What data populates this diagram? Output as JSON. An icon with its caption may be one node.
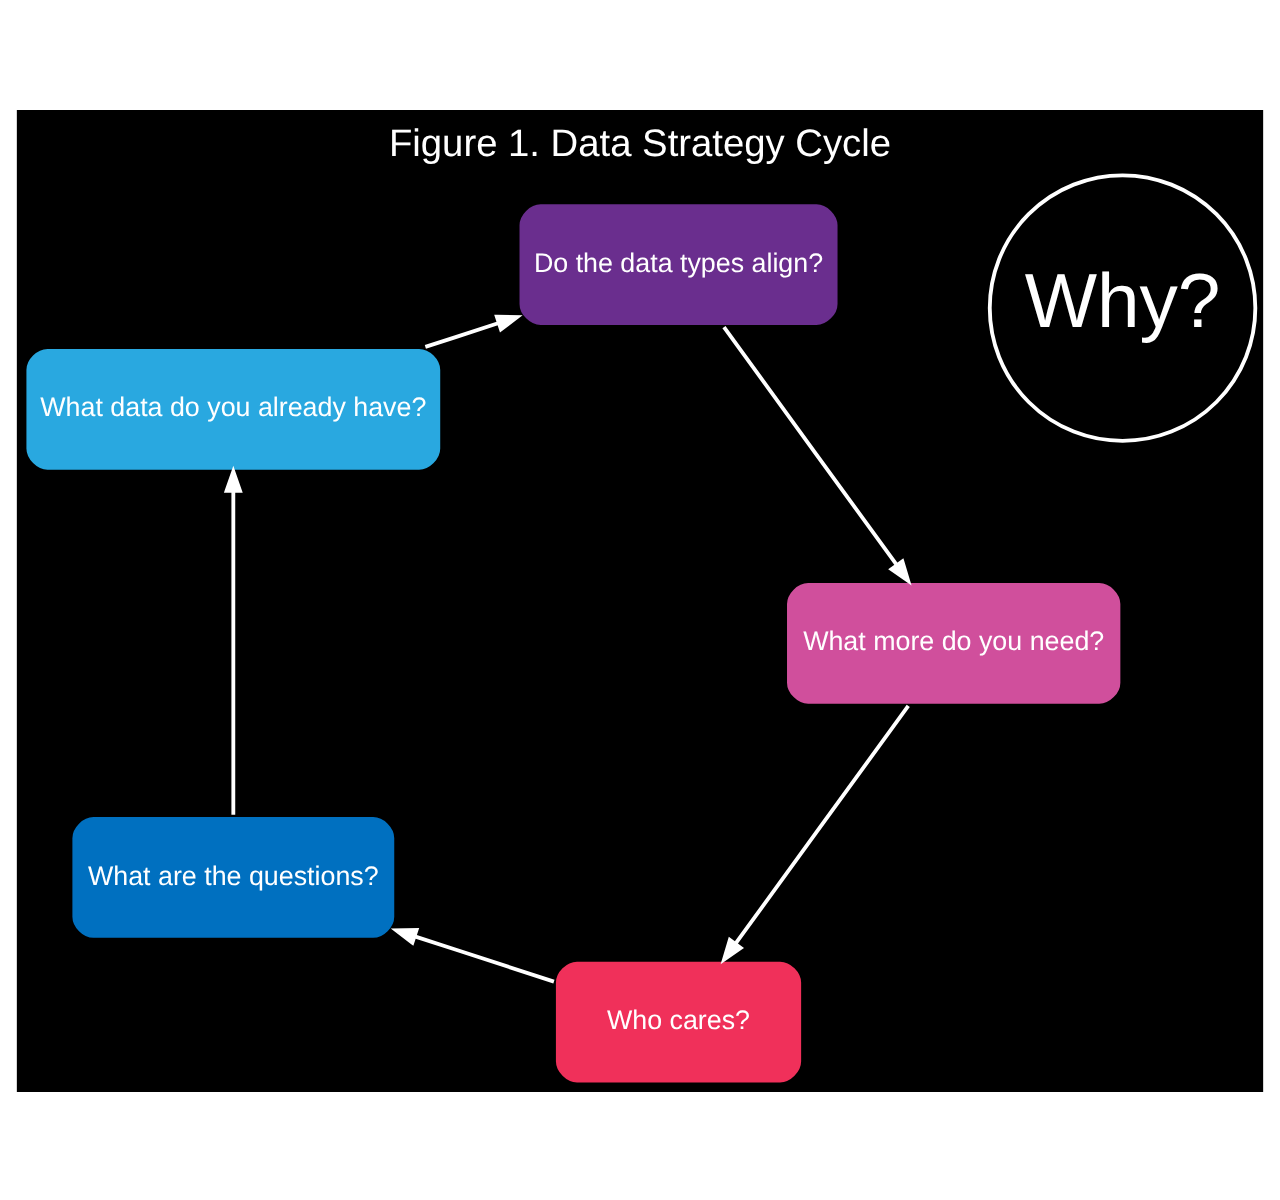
{
  "diagram": {
    "title": "Figure 1. Data Strategy Cycle",
    "nodes": [
      {
        "text": [
          "Why?"
        ]
      },
      {
        "text": [
          "Who cares?"
        ]
      },
      {
        "text": [
          "What are the questions?"
        ]
      },
      {
        "text": [
          "What data do you already have?"
        ]
      },
      {
        "text": [
          "Do the data types align?"
        ]
      },
      {
        "text": [
          "What more do you need?"
        ]
      }
    ],
    "edges": [
      {
        "from": 1,
        "to": 2,
        "arrow": "to"
      },
      {
        "from": 2,
        "to": 3,
        "arrow": "to"
      },
      {
        "from": 3,
        "to": 4,
        "arrow": "to"
      },
      {
        "from": 4,
        "to": 5,
        "arrow": "to"
      },
      {
        "from": 5,
        "to": 1,
        "arrow": "to"
      }
    ]
  }
}
